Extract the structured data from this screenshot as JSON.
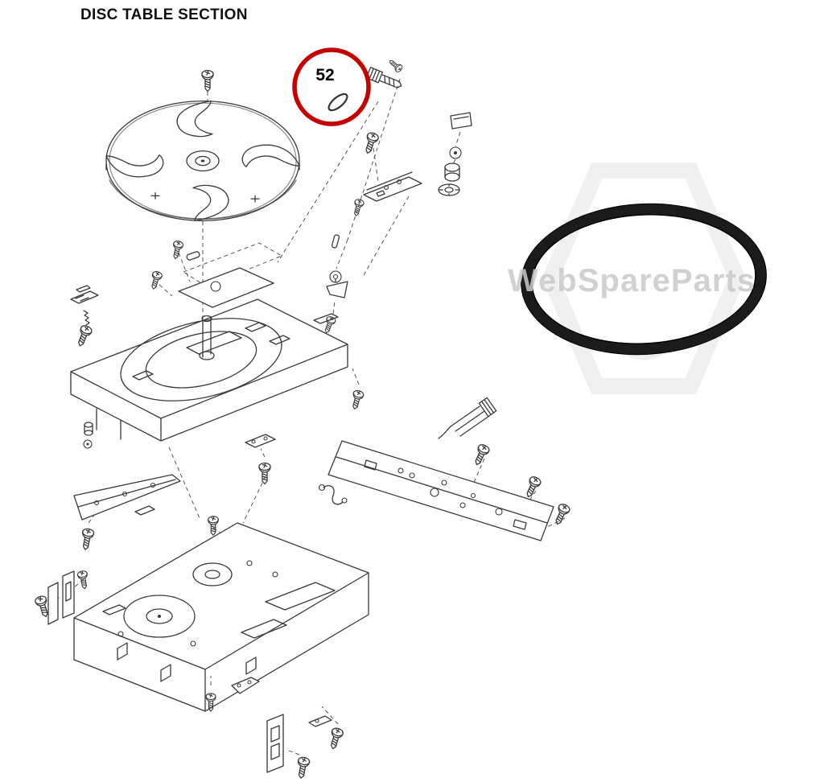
{
  "title": "DISC TABLE SECTION",
  "callout": {
    "label": "52"
  },
  "watermark": {
    "text": "WebSpareParts"
  },
  "colors": {
    "callout_red": "#c40000",
    "line": "#3a3a3a",
    "belt_black": "#1b1b1b",
    "watermark_gray": "#c9c9c9"
  }
}
